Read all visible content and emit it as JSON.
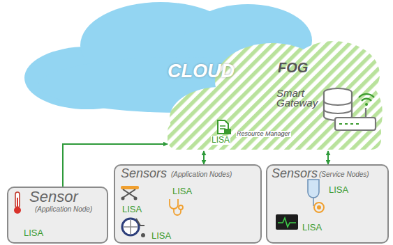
{
  "diagram": {
    "nodes": [
      {
        "text": [
          "CLOUD"
        ]
      },
      {
        "text": [
          "FOG",
          "Smart Gateway",
          "LISA",
          "Resource Manager"
        ]
      },
      {
        "text": [
          "Sensor",
          "(Application Node)",
          "LISA"
        ]
      },
      {
        "text": [
          "Sensors",
          "(Application Nodes)",
          "LISA",
          "LISA",
          "LISA"
        ]
      },
      {
        "text": [
          "Sensors",
          "(Service Nodes)",
          "LISA",
          "LISA"
        ]
      }
    ],
    "edges": [
      {
        "from": 2,
        "to": 1,
        "arrow": "to"
      },
      {
        "from": 3,
        "to": 1,
        "arrow": "both"
      },
      {
        "from": 4,
        "to": 1,
        "arrow": "both"
      }
    ]
  }
}
